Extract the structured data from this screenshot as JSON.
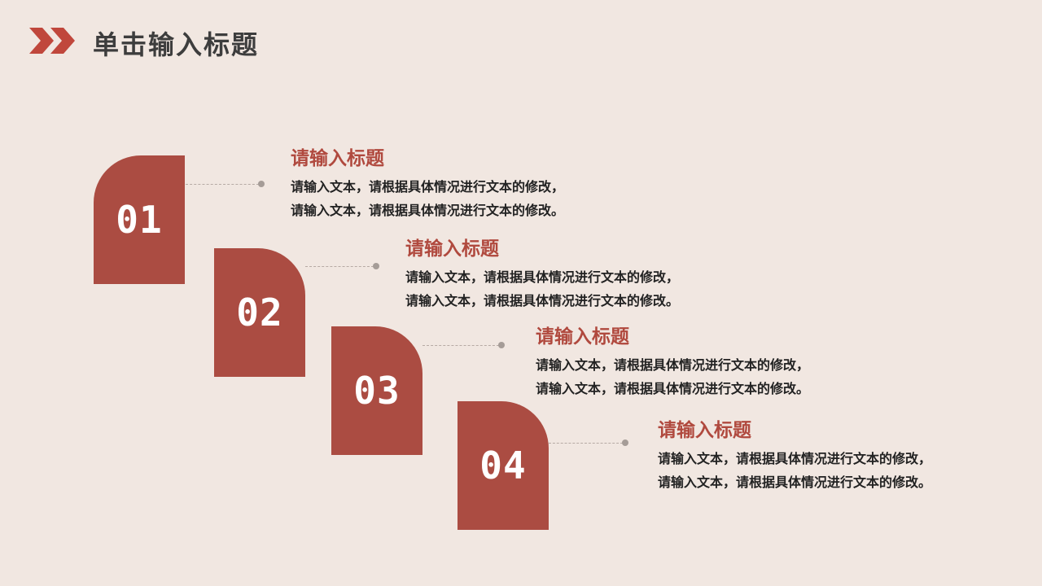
{
  "page": {
    "title": "单击输入标题"
  },
  "colors": {
    "accent": "#ab4c42",
    "background": "#f1e7e1",
    "title_text": "#3d3d3d",
    "body_text": "#222222"
  },
  "header": {
    "icon": "double-chevron-right-icon"
  },
  "items": [
    {
      "number": "01",
      "title": "请输入标题",
      "lines": [
        "请输入文本，请根据具体情况进行文本的修改，",
        "请输入文本，请根据具体情况进行文本的修改。"
      ]
    },
    {
      "number": "02",
      "title": "请输入标题",
      "lines": [
        "请输入文本，请根据具体情况进行文本的修改，",
        "请输入文本，请根据具体情况进行文本的修改。"
      ]
    },
    {
      "number": "03",
      "title": "请输入标题",
      "lines": [
        "请输入文本，请根据具体情况进行文本的修改，",
        "请输入文本，请根据具体情况进行文本的修改。"
      ]
    },
    {
      "number": "04",
      "title": "请输入标题",
      "lines": [
        "请输入文本，请根据具体情况进行文本的修改，",
        "请输入文本，请根据具体情况进行文本的修改。"
      ]
    }
  ]
}
